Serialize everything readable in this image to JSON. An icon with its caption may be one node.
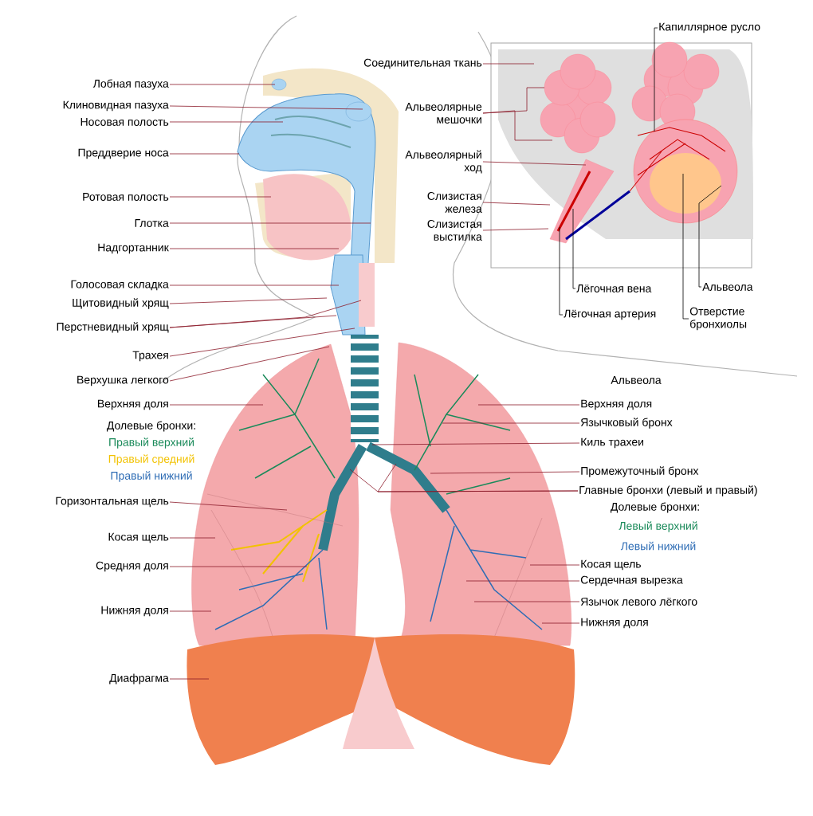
{
  "diagram": {
    "nodes": [
      {
        "text": [
          "Лобная пазуха"
        ]
      },
      {
        "text": [
          "Клиновидная пазуха"
        ]
      },
      {
        "text": [
          "Носовая полость"
        ]
      },
      {
        "text": [
          "Преддверие носа"
        ]
      },
      {
        "text": [
          "Ротовая полость"
        ]
      },
      {
        "text": [
          "Глотка"
        ]
      },
      {
        "text": [
          "Надгортанник"
        ]
      },
      {
        "text": [
          "Голосовая складка"
        ]
      },
      {
        "text": [
          "Щитовидный хрящ"
        ]
      },
      {
        "text": [
          "Перстневидный хрящ"
        ]
      },
      {
        "text": [
          "Трахея"
        ]
      },
      {
        "text": [
          "Верхушка легкого"
        ]
      },
      {
        "text": [
          "Верхняя доля"
        ]
      },
      {
        "text": [
          "Горизонтальная щель"
        ]
      },
      {
        "text": [
          "Косая щель"
        ]
      },
      {
        "text": [
          "Средняя доля"
        ]
      },
      {
        "text": [
          "Нижняя доля"
        ]
      },
      {
        "text": [
          "Диафрагма"
        ]
      },
      {
        "text": [
          "Соединительная ткань"
        ]
      },
      {
        "text": [
          "Альвеолярные мешочки"
        ]
      },
      {
        "text": [
          "Альвеолярный ход"
        ]
      },
      {
        "text": [
          "Слизистая железа"
        ]
      },
      {
        "text": [
          "Слизистая выстилка"
        ]
      },
      {
        "text": [
          "Капиллярное русло"
        ]
      },
      {
        "text": [
          "Лёгочная вена"
        ]
      },
      {
        "text": [
          "Лёгочная артерия"
        ]
      },
      {
        "text": [
          "Альвеола"
        ]
      },
      {
        "text": [
          "Отверстие бронхиолы"
        ]
      },
      {
        "text": [
          "Верхняя доля"
        ]
      },
      {
        "text": [
          "Язычковый бронх"
        ]
      },
      {
        "text": [
          "Киль трахеи"
        ]
      },
      {
        "text": [
          "Промежуточный бронх"
        ]
      },
      {
        "text": [
          "Главные бронхи (левый и правый)"
        ]
      },
      {
        "text": [
          "Косая щель"
        ]
      },
      {
        "text": [
          "Сердечная вырезка"
        ]
      },
      {
        "text": [
          "Язычок левого лёгкого"
        ]
      },
      {
        "text": [
          "Нижняя доля"
        ]
      }
    ],
    "edges": [
      {
        "from": 0,
        "to": null,
        "arrow": "none"
      },
      {
        "from": 1,
        "to": null,
        "arrow": "none"
      },
      {
        "from": 2,
        "to": null,
        "arrow": "none"
      },
      {
        "from": 3,
        "to": null,
        "arrow": "none"
      },
      {
        "from": 4,
        "to": null,
        "arrow": "none"
      },
      {
        "from": 5,
        "to": null,
        "arrow": "none"
      },
      {
        "from": 6,
        "to": null,
        "arrow": "none"
      },
      {
        "from": 7,
        "to": null,
        "arrow": "none"
      },
      {
        "from": 8,
        "to": null,
        "arrow": "none"
      },
      {
        "from": 9,
        "to": null,
        "arrow": "none"
      },
      {
        "from": 9,
        "to": null,
        "arrow": "none"
      },
      {
        "from": 10,
        "to": null,
        "arrow": "none"
      },
      {
        "from": 11,
        "to": null,
        "arrow": "none"
      },
      {
        "from": 12,
        "to": null,
        "arrow": "none"
      },
      {
        "from": 13,
        "to": null,
        "arrow": "none"
      },
      {
        "from": 14,
        "to": null,
        "arrow": "none"
      },
      {
        "from": 15,
        "to": null,
        "arrow": "none"
      },
      {
        "from": 16,
        "to": null,
        "arrow": "none"
      },
      {
        "from": 17,
        "to": null,
        "arrow": "none"
      },
      {
        "from": 18,
        "to": null,
        "arrow": "none"
      },
      {
        "from": 19,
        "to": null,
        "arrow": "none"
      },
      {
        "from": 19,
        "to": null,
        "arrow": "none"
      },
      {
        "from": 20,
        "to": null,
        "arrow": "none"
      },
      {
        "from": 21,
        "to": null,
        "arrow": "none"
      },
      {
        "from": 22,
        "to": null,
        "arrow": "none"
      },
      {
        "from": 23,
        "to": null,
        "arrow": "none",
        "color": "#000000"
      },
      {
        "from": 24,
        "to": null,
        "arrow": "none",
        "color": "#000000"
      },
      {
        "from": 25,
        "to": null,
        "arrow": "none",
        "color": "#000000"
      },
      {
        "from": 26,
        "to": null,
        "arrow": "none",
        "color": "#000000"
      },
      {
        "from": 27,
        "to": null,
        "arrow": "none",
        "color": "#000000"
      },
      {
        "from": 28,
        "to": null,
        "arrow": "none"
      },
      {
        "from": 29,
        "to": null,
        "arrow": "none"
      },
      {
        "from": 30,
        "to": null,
        "arrow": "none"
      },
      {
        "from": 31,
        "to": null,
        "arrow": "none"
      },
      {
        "from": 32,
        "to": null,
        "arrow": "none"
      },
      {
        "from": 32,
        "to": null,
        "arrow": "none"
      },
      {
        "from": 33,
        "to": null,
        "arrow": "none"
      },
      {
        "from": 34,
        "to": null,
        "arrow": "none"
      },
      {
        "from": 35,
        "to": null,
        "arrow": "none"
      },
      {
        "from": 36,
        "to": null,
        "arrow": "none"
      }
    ],
    "labels": [
      "Долевые бронхи:",
      "Правый верхний",
      "Правый средний",
      "Правый нижний",
      "Альвеола",
      "Долевые бронхи:",
      "Левый верхний",
      "Левый нижний"
    ]
  }
}
